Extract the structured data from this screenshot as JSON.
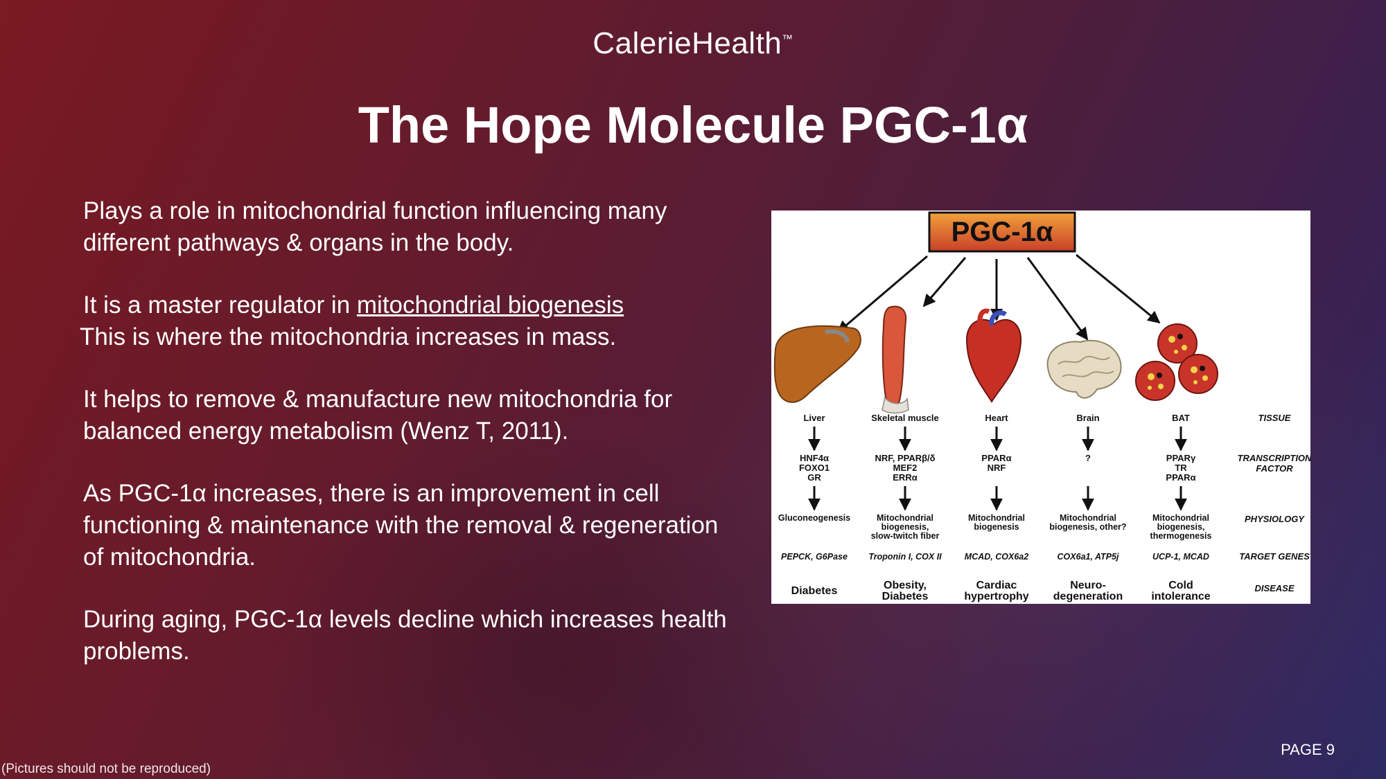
{
  "brand": {
    "name": "CalerieHealth",
    "mark": "™"
  },
  "title": "The Hope Molecule PGC-1α",
  "paragraphs": {
    "p1": "Plays a role in mitochondrial function influencing many different pathways & organs in the body.",
    "p2_prefix": "It is a master regulator in ",
    "p2_link": "mitochondrial biogenesis",
    "p2_line2": "This is where the mitochondria increases in mass.",
    "p3": "It helps to remove & manufacture new mitochondria for balanced energy metabolism (Wenz T, 2011).",
    "p4": "As PGC-1α increases, there is an improvement in cell functioning & maintenance with the removal & regeneration of mitochondria.",
    "p5": "During aging, PGC-1α levels decline which increases health problems."
  },
  "diagram": {
    "root": "PGC-1α",
    "row_labels": {
      "tissue": "TISSUE",
      "tf": [
        "TRANSCRIPTION",
        "FACTOR"
      ],
      "physiology": "PHYSIOLOGY",
      "target": "TARGET GENES",
      "disease": "DISEASE"
    },
    "columns": [
      {
        "tissue": "Liver",
        "tf": [
          "HNF4α",
          "FOXO1",
          "GR"
        ],
        "phys": [
          "Gluconeogenesis"
        ],
        "target": "PEPCK, G6Pase",
        "disease": [
          "Diabetes"
        ]
      },
      {
        "tissue": "Skeletal muscle",
        "tf": [
          "NRF, PPARβ/δ",
          "MEF2",
          "ERRα"
        ],
        "phys": [
          "Mitochondrial",
          "biogenesis,",
          "slow-twitch fiber"
        ],
        "target": "Troponin I, COX II",
        "disease": [
          "Obesity,",
          "Diabetes"
        ]
      },
      {
        "tissue": "Heart",
        "tf": [
          "PPARα",
          "NRF"
        ],
        "phys": [
          "Mitochondrial",
          "biogenesis"
        ],
        "target": "MCAD, COX6a2",
        "disease": [
          "Cardiac",
          "hypertrophy"
        ]
      },
      {
        "tissue": "Brain",
        "tf": [
          "?"
        ],
        "phys": [
          "Mitochondrial",
          "biogenesis, other?"
        ],
        "target": "COX6a1, ATP5j",
        "disease": [
          "Neuro-",
          "degeneration"
        ]
      },
      {
        "tissue": "BAT",
        "tf": [
          "PPARγ",
          "TR",
          "PPARα"
        ],
        "phys": [
          "Mitochondrial",
          "biogenesis,",
          "thermogenesis"
        ],
        "target": "UCP-1, MCAD",
        "disease": [
          "Cold",
          "intolerance"
        ]
      }
    ],
    "colors": {
      "root_box_top": "#f2a13a",
      "root_box_bottom": "#c8402a",
      "liver": "#b8661f",
      "muscle": "#d9573a",
      "heart": "#c62f24",
      "brain": "#e6dcc4",
      "bat": "#c9342a"
    }
  },
  "footer": {
    "page": "PAGE 9",
    "note": "(Pictures should not be reproduced)"
  }
}
